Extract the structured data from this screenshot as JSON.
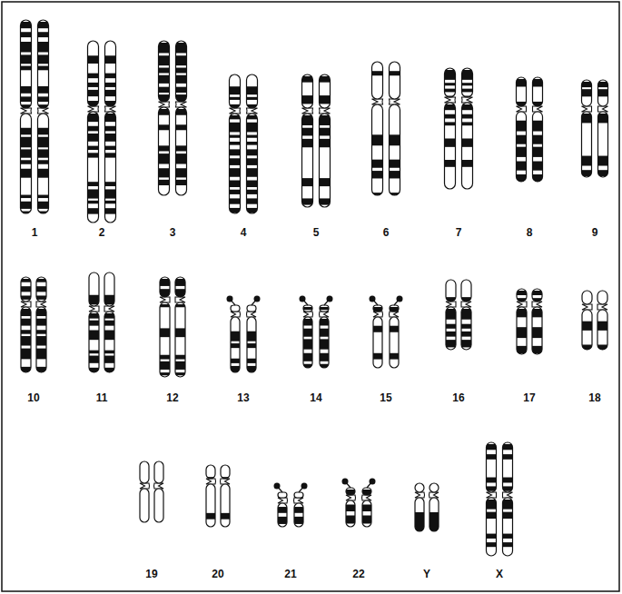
{
  "diagram": {
    "labels": [
      "1",
      "2",
      "3",
      "4",
      "5",
      "6",
      "7",
      "8",
      "9",
      "10",
      "11",
      "12",
      "13",
      "14",
      "15",
      "16",
      "17",
      "18",
      "19",
      "20",
      "21",
      "22",
      "Y",
      "X"
    ]
  }
}
